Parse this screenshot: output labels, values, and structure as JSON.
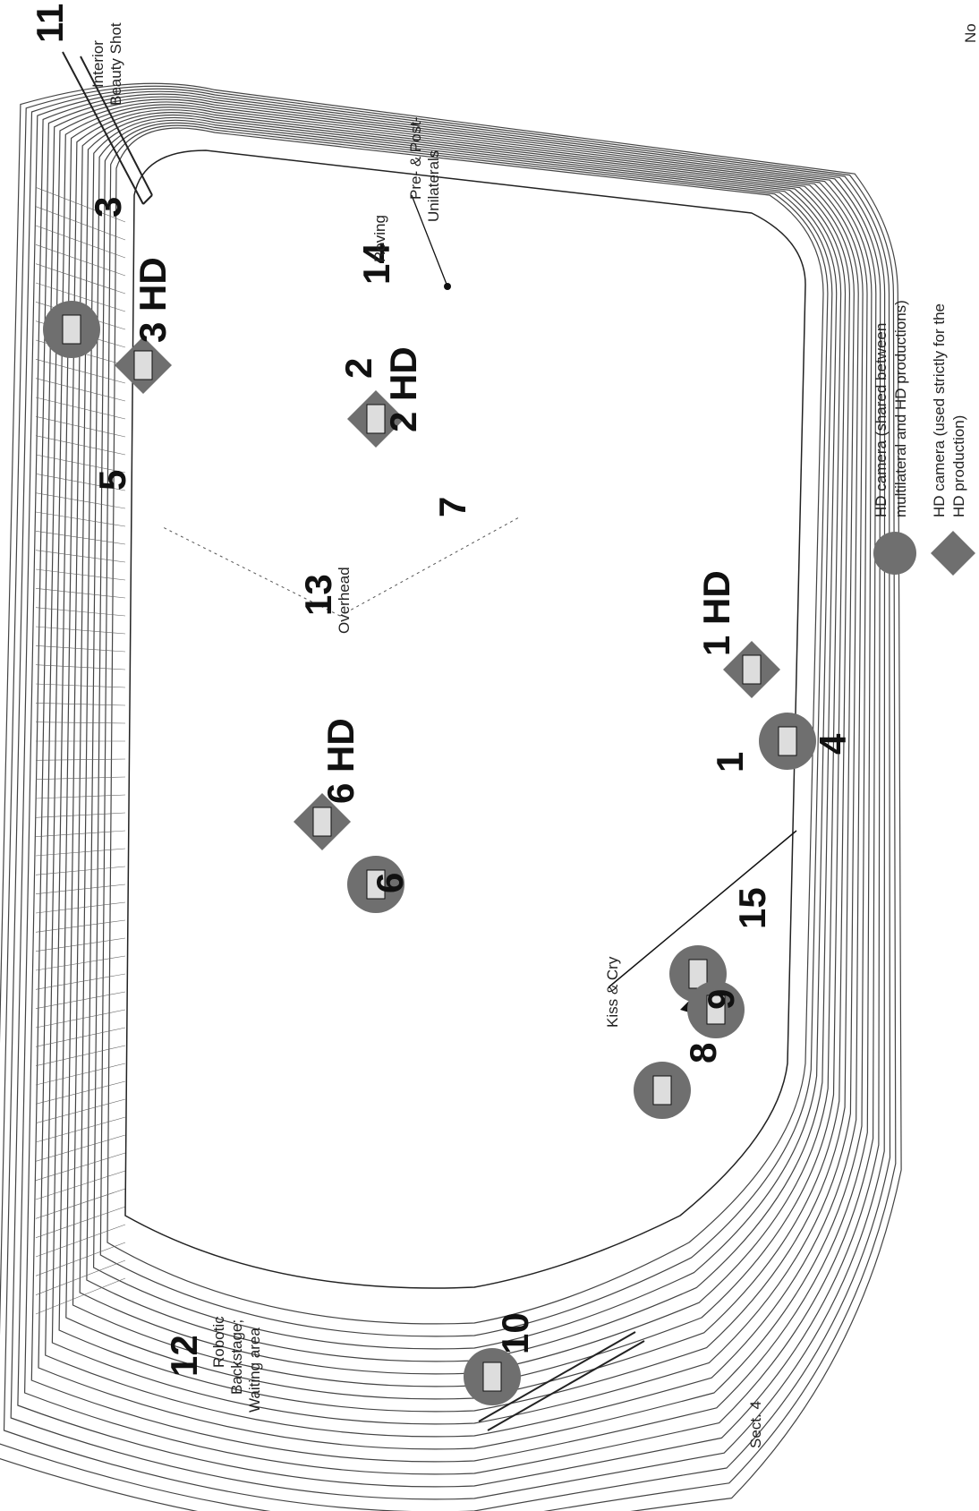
{
  "cameras": {
    "c1": "1",
    "c1hd": "1 HD",
    "c2": "2",
    "c2hd": "2 HD",
    "c3": "3",
    "c3hd": "3 HD",
    "c4": "4",
    "c5": "5",
    "c6": "6",
    "c6hd": "6 HD",
    "c7": "7",
    "c8": "8",
    "c9": "9",
    "c10": "10",
    "c11": "11",
    "c12": "12",
    "c13": "13",
    "c14": "14",
    "c15": "15"
  },
  "labels": {
    "interior": "Interior",
    "beauty_shot": "Beauty Shot",
    "pre_post_1": "Pre- & Post-",
    "pre_post_2": "Unilaterals",
    "roving": "Roving",
    "overhead": "Overhead",
    "kiss_cry": "Kiss & Cry",
    "robotic": "Robotic",
    "backstage": "Backstage;",
    "waiting": "Waiting area",
    "sect4": "Sect. 4",
    "no_text": "No"
  },
  "legend": {
    "circle_line1": "HD camera (shared between",
    "circle_line2": "multilateral and HD productions)",
    "diamond_line1": "HD camera (used strictly for the",
    "diamond_line2": "HD production)"
  },
  "colors": {
    "marker": "#6f6f6f",
    "ink": "#111111",
    "line": "#333333"
  }
}
